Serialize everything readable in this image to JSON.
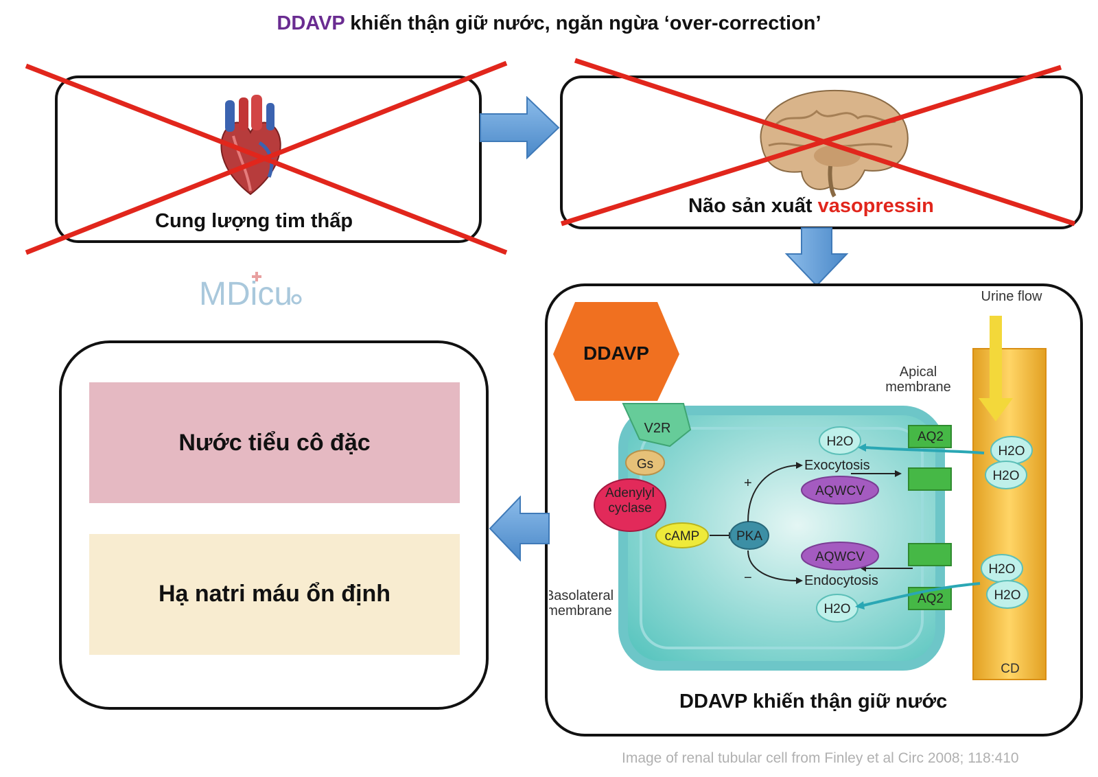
{
  "title": {
    "accent": "DDAVP",
    "rest": " khiến thận giữ nước, ngăn ngừa ‘over-correction’"
  },
  "heart_box": {
    "label": "Cung lượng tim thấp"
  },
  "brain_box": {
    "label_prefix": "Não sản xuất ",
    "label_highlight": "vasopressin"
  },
  "logo": {
    "text": "MDicu"
  },
  "kidney_box": {
    "caption": "DDAVP khiến thận giữ nước",
    "ddavp": "DDAVP",
    "v2r": "V2R",
    "gs": "Gs",
    "adenylyl": "Adenylyl",
    "cyclase": "cyclase",
    "camp": "cAMP",
    "pka": "PKA",
    "exocytosis": "Exocytosis",
    "endocytosis": "Endocytosis",
    "aqwcv": "AQWCV",
    "aq2": "AQ2",
    "h2o": "H2O",
    "plus": "+",
    "minus": "−",
    "apical_1": "Apical",
    "apical_2": "membrane",
    "basolateral_1": "Basolateral",
    "basolateral_2": "membrane",
    "urine_flow": "Urine flow",
    "cd": "CD"
  },
  "results_box": {
    "item1": "Nước tiểu cô đặc",
    "item2": "Hạ natri máu ổn định"
  },
  "credit": "Image of renal tubular cell from Finley et al Circ 2008; 118:410",
  "colors": {
    "title_accent": "#6a2c91",
    "cross": "#e1261c",
    "arrow": "#5b9bd5",
    "ddavp_hexagon": "#f07020",
    "panel_pink": "#e5b9c2",
    "panel_cream": "#f8ecd0"
  }
}
